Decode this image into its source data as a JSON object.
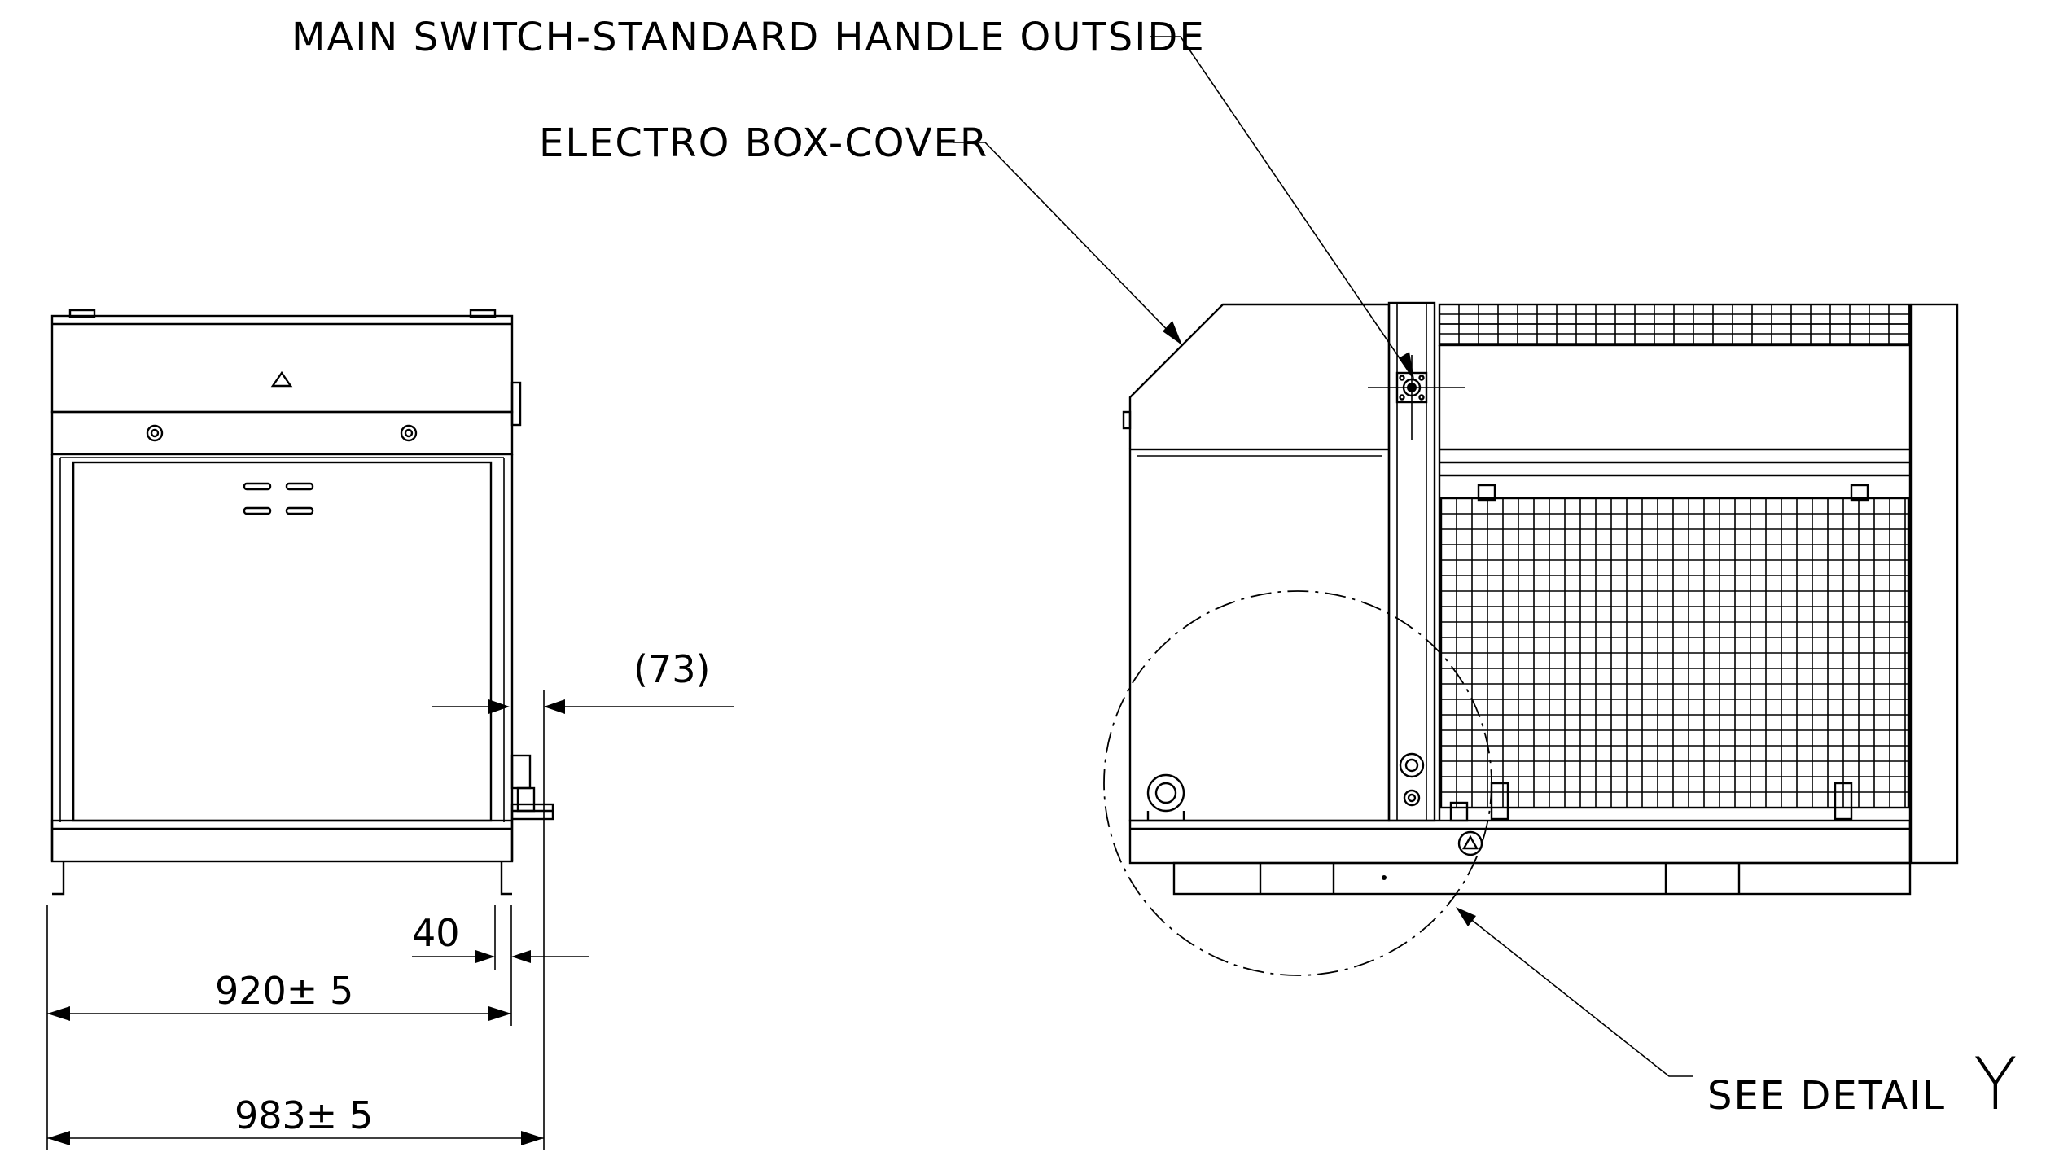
{
  "callouts": {
    "main_switch": "MAIN SWITCH-STANDARD HANDLE OUTSIDE",
    "electro_box": "ELECTRO BOX-COVER",
    "see_detail": "SEE DETAIL",
    "detail_letter": "Y"
  },
  "dimensions": {
    "offset": "(73)",
    "foot": "40",
    "inner_width": "920± 5",
    "outer_width": "983± 5"
  }
}
